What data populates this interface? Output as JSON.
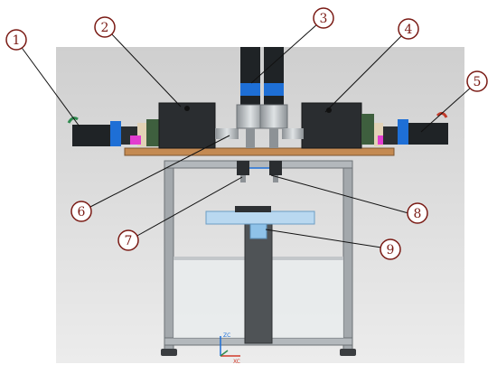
{
  "callouts": [
    {
      "id": 1,
      "label": "①",
      "part": "left-servo-motor"
    },
    {
      "id": 2,
      "label": "②",
      "part": "left-gearbox-housing"
    },
    {
      "id": 3,
      "label": "③",
      "part": "vertical-actuator-columns"
    },
    {
      "id": 4,
      "label": "④",
      "part": "right-gearbox-housing"
    },
    {
      "id": 5,
      "label": "⑤",
      "part": "right-servo-motor"
    },
    {
      "id": 6,
      "label": "⑥",
      "part": "left-connection-shaft"
    },
    {
      "id": 7,
      "label": "⑦",
      "part": "left-nozzle-head"
    },
    {
      "id": 8,
      "label": "⑧",
      "part": "right-nozzle-head"
    },
    {
      "id": 9,
      "label": "⑨",
      "part": "work-table"
    }
  ],
  "colors": {
    "background": "#dcdcdc",
    "frame": "#9a9fa3",
    "plate": "#c48a52",
    "motor_dark": "#1f2326",
    "motor_blue": "#1e6fd6",
    "table": "#b9d8f0",
    "callout": "#7a1a14"
  },
  "axis_triad": {
    "z_label": "ZC",
    "x_label": "XC"
  }
}
